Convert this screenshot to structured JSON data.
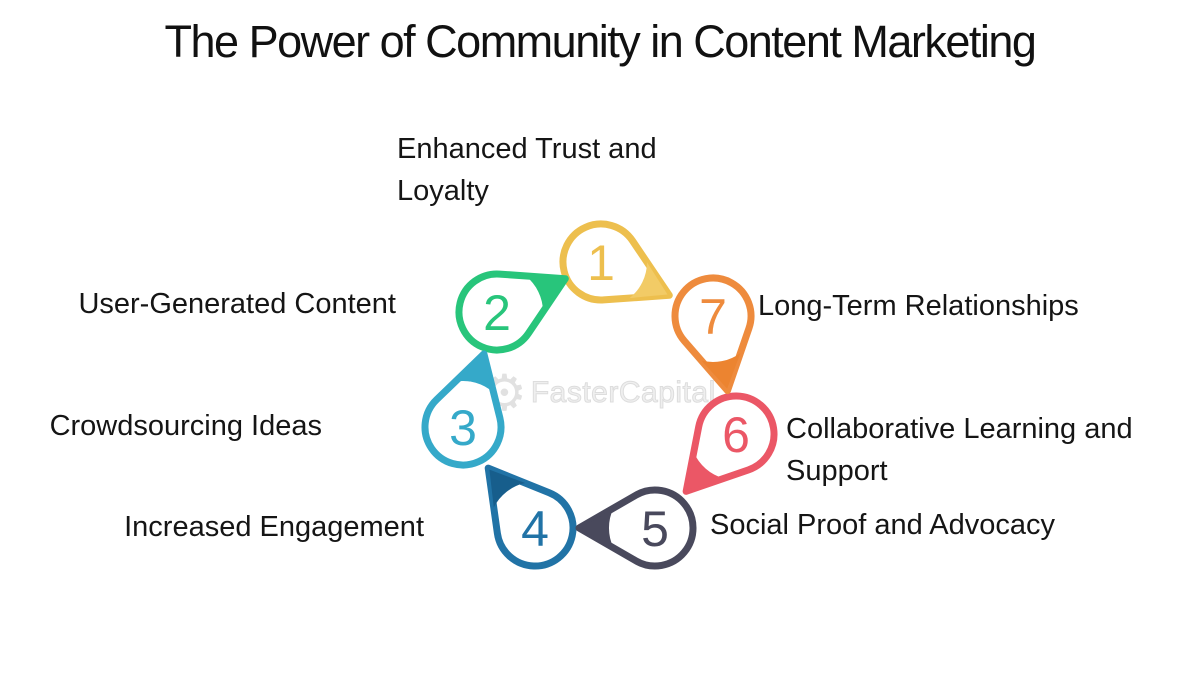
{
  "title": "The Power of Community in Content Marketing",
  "watermark": {
    "text": "FasterCapital",
    "icon": "gear-icon"
  },
  "diagram": {
    "type": "circular-numbered-pin-cycle",
    "items": [
      {
        "number": "1",
        "label": "Enhanced Trust and Loyalty",
        "color": "#EDBF4E",
        "tip_color": "#F2CB66"
      },
      {
        "number": "2",
        "label": "User-Generated Content",
        "color": "#28C57B",
        "tip_color": "#28C57B"
      },
      {
        "number": "3",
        "label": "Crowdsourcing Ideas",
        "color": "#35A9C9",
        "tip_color": "#35A9C9"
      },
      {
        "number": "4",
        "label": "Increased Engagement",
        "color": "#2173A6",
        "tip_color": "#175E8C"
      },
      {
        "number": "5",
        "label": "Social Proof and Advocacy",
        "color": "#49495C",
        "tip_color": "#49495C"
      },
      {
        "number": "6",
        "label": "Collaborative Learning and Support",
        "color": "#EB5766",
        "tip_color": "#EB5766"
      },
      {
        "number": "7",
        "label": "Long-Term Relationships",
        "color": "#EE8B3D",
        "tip_color": "#EC8430"
      }
    ]
  }
}
